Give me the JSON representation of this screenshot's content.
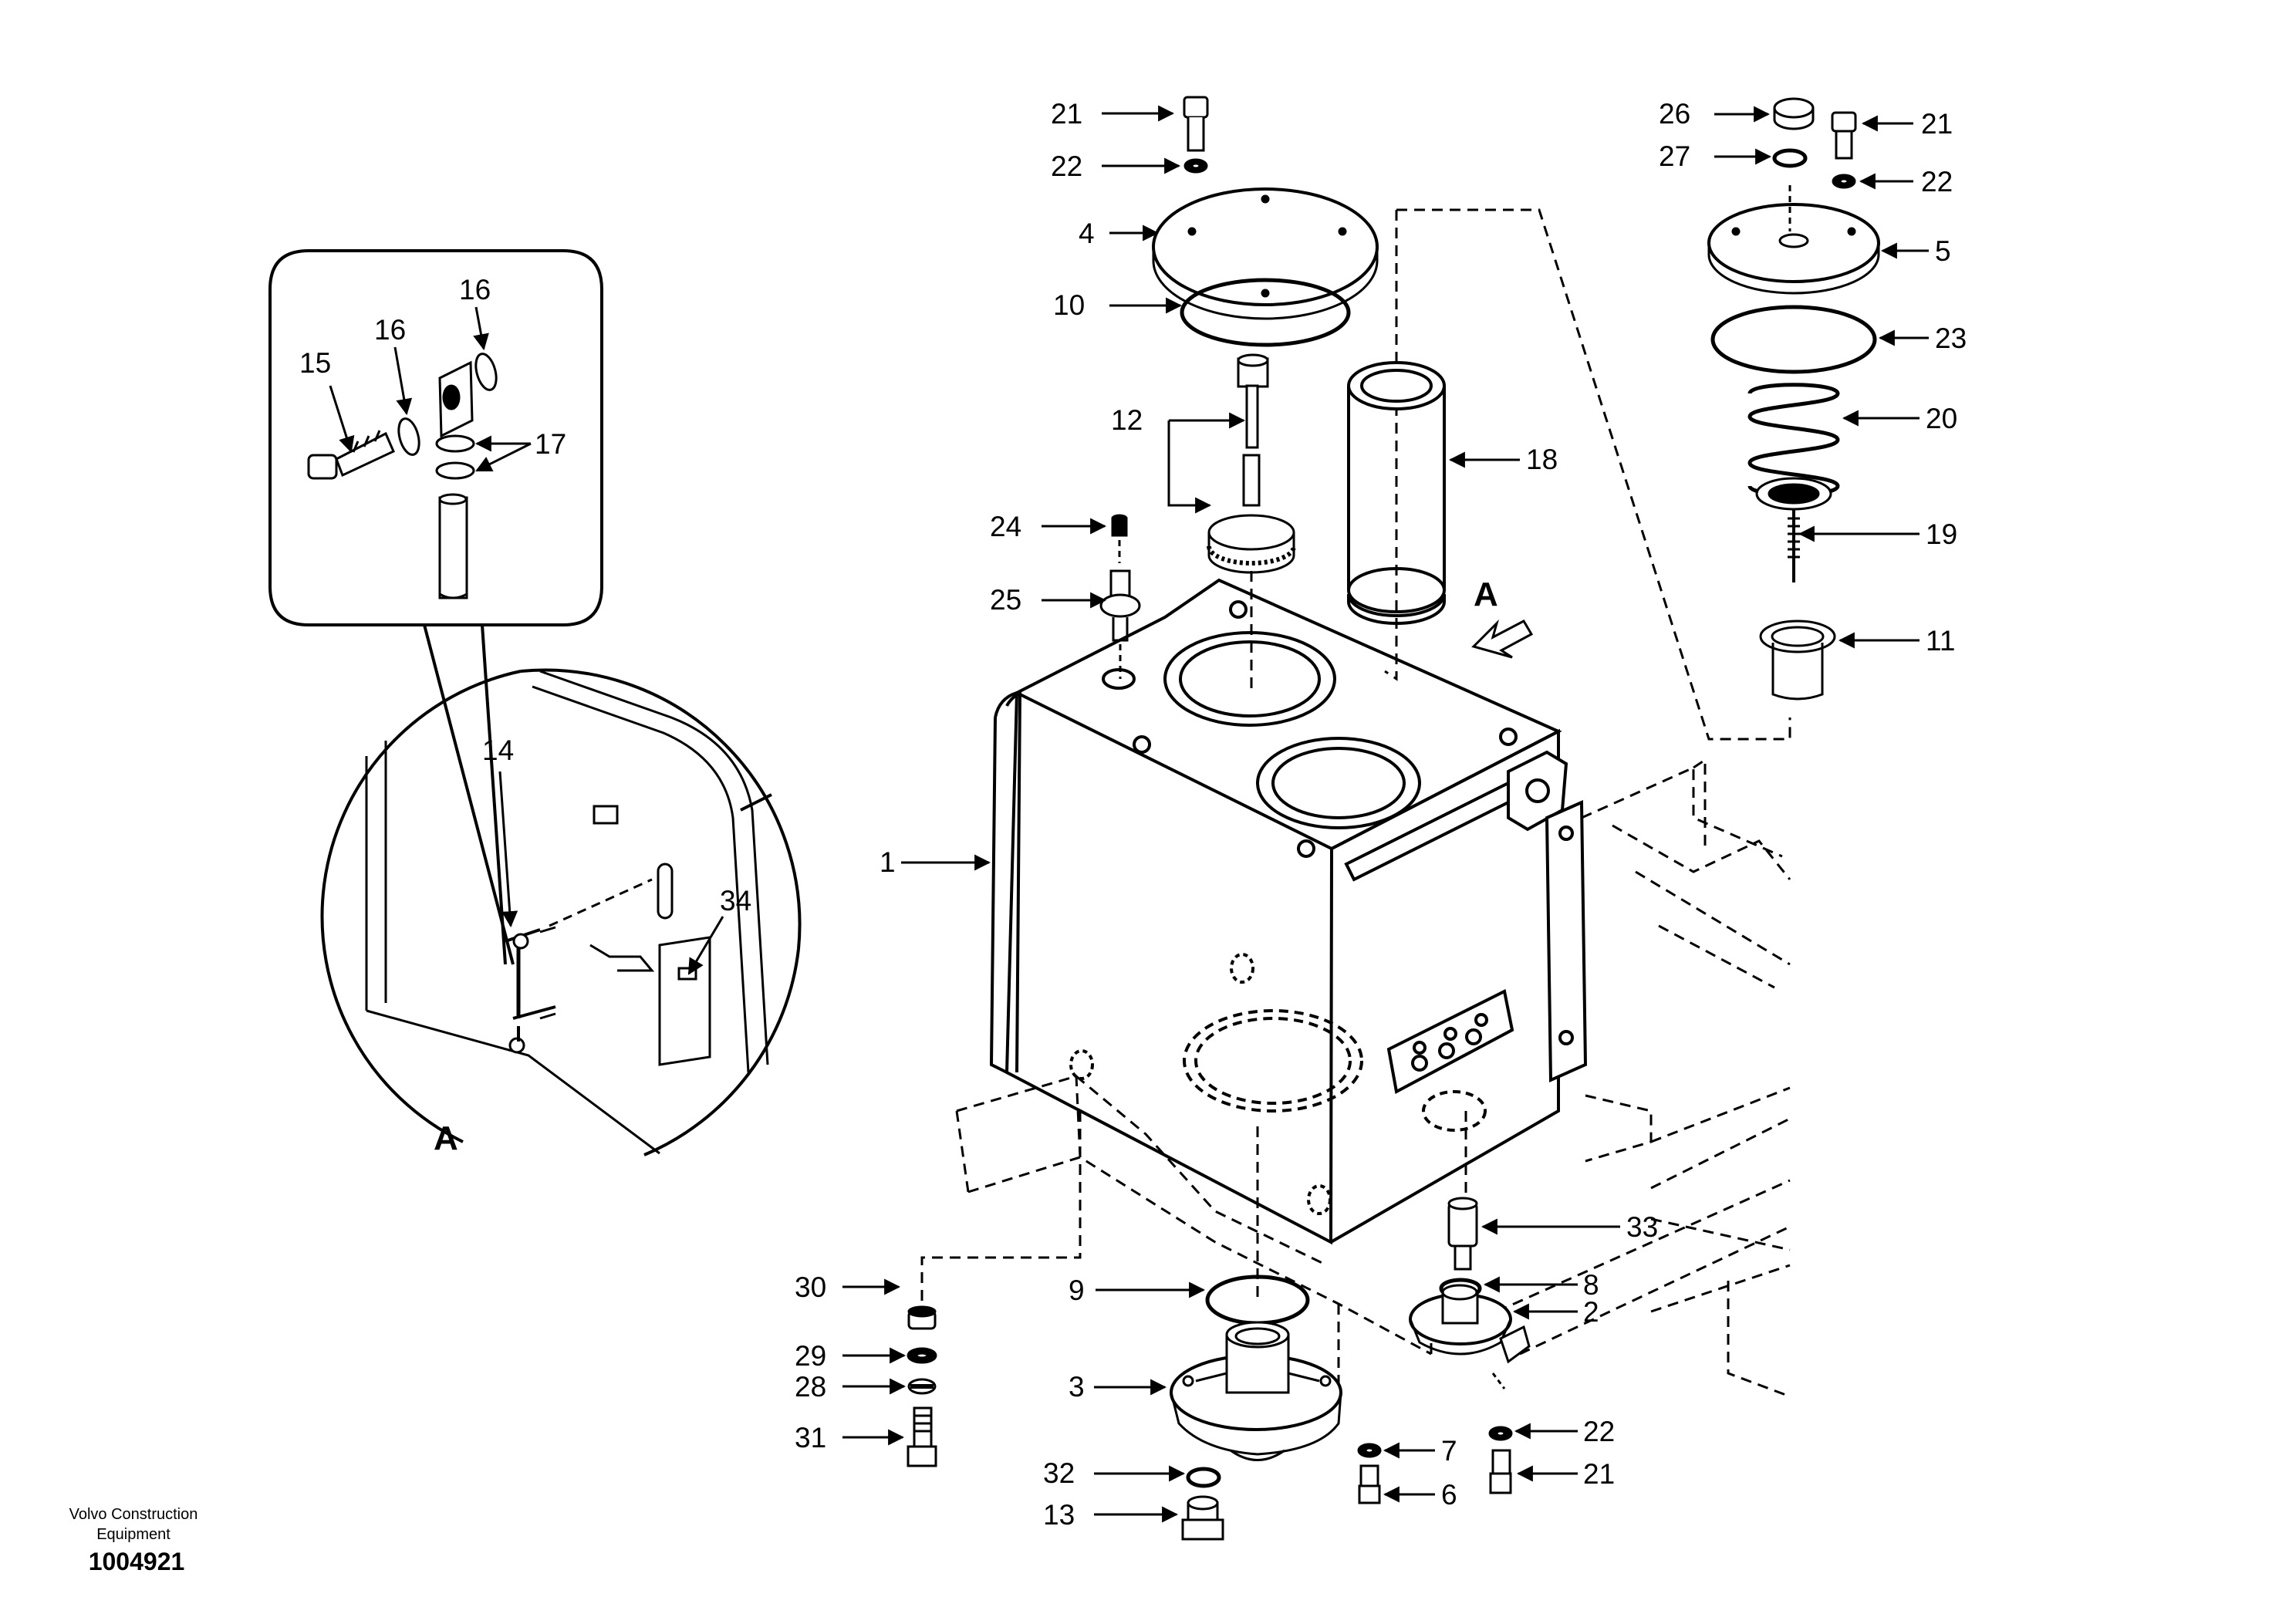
{
  "labels": {
    "l1": "1",
    "l2": "2",
    "l3": "3",
    "l4": "4",
    "l5": "5",
    "l6": "6",
    "l7": "7",
    "l8": "8",
    "l9": "9",
    "l10": "10",
    "l11": "11",
    "l12": "12",
    "l13": "13",
    "l14": "14",
    "l15": "15",
    "l16a": "16",
    "l16b": "16",
    "l17": "17",
    "l18": "18",
    "l19": "19",
    "l20": "20",
    "l21a": "21",
    "l21b": "21",
    "l21c": "21",
    "l22a": "22",
    "l22b": "22",
    "l22c": "22",
    "l23": "23",
    "l24": "24",
    "l25": "25",
    "l26": "26",
    "l27": "27",
    "l28": "28",
    "l29": "29",
    "l30": "30",
    "l31": "31",
    "l32": "32",
    "l33": "33",
    "l34": "34"
  },
  "view_marker_1": "A",
  "view_marker_2": "A",
  "footer": {
    "brand_line1": "Volvo Construction",
    "brand_line2": "Equipment",
    "doc_number": "1004921"
  }
}
